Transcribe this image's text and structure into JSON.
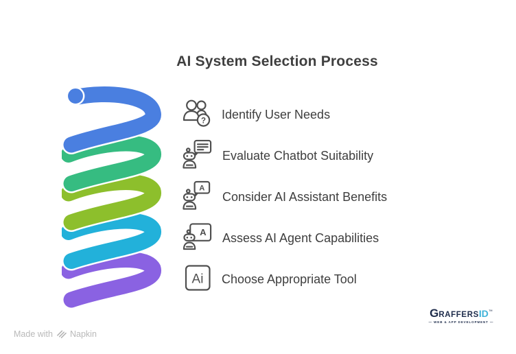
{
  "title": "AI System Selection Process",
  "steps": [
    {
      "label": "Identify User Needs",
      "icon": "users-question-icon",
      "icon_text": "?"
    },
    {
      "label": "Evaluate Chatbot Suitability",
      "icon": "chatbot-speech-icon",
      "icon_text": ""
    },
    {
      "label": "Consider AI Assistant Benefits",
      "icon": "assistant-speech-icon",
      "icon_text": "A"
    },
    {
      "label": "Assess AI Agent Capabilities",
      "icon": "agent-board-icon",
      "icon_text": "A"
    },
    {
      "label": "Choose Appropriate Tool",
      "icon": "ai-box-icon",
      "icon_text": "Ai"
    }
  ],
  "spiral": {
    "colors": [
      "#4a7fe0",
      "#36bc81",
      "#8dbf2c",
      "#22b1da",
      "#8a62e2"
    ]
  },
  "watermark": {
    "prefix": "Made with",
    "brand": "Napkin"
  },
  "logo": {
    "brand_g": "G",
    "brand_rest": "RAFFERS",
    "brand_id": "ID",
    "trademark": "™",
    "tagline": "— WEB & APP DEVELOPMENT —",
    "navy": "#1d2b4a",
    "cyan": "#3fb3da"
  },
  "text_color": "#3e3e3e"
}
